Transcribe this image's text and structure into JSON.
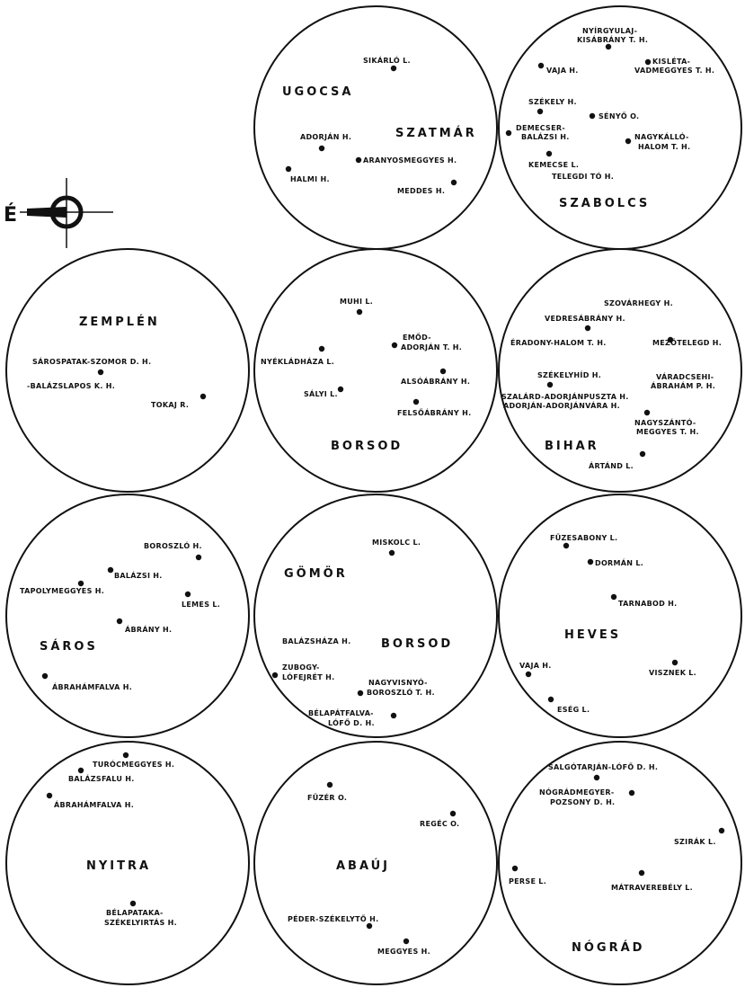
{
  "compass": {
    "letter": "É",
    "icon": "compass-north-icon"
  },
  "regions": [
    {
      "id": "szatmar-ugocsa",
      "counties": [
        "UGOCSA",
        "SZATMÁR"
      ],
      "places": [
        {
          "label": "SIKÁRLÓ L."
        },
        {
          "label": "ADORJÁN H."
        },
        {
          "label": "ARANYOSMEGGYES H."
        },
        {
          "label": "HALMI H."
        },
        {
          "label": "MEDDES H."
        }
      ]
    },
    {
      "id": "szabolcs",
      "counties": [
        "SZABOLCS"
      ],
      "places": [
        {
          "label": "NYÍRGYULAJ-KISÁBRÁNY T. H."
        },
        {
          "label": "VAJA H."
        },
        {
          "label": "KISLÉTA-VADMEGGYES T. H."
        },
        {
          "label": "SZÉKELY H."
        },
        {
          "label": "SÉNYŐ O."
        },
        {
          "label": "DEMECSER-BALÁZSI H."
        },
        {
          "label": "NAGYKÁLLÓ-HALOM T. H."
        },
        {
          "label": "KEMECSE L."
        },
        {
          "label": "TELEGDI TÓ H."
        }
      ]
    },
    {
      "id": "zemplen",
      "counties": [
        "ZEMPLÉN"
      ],
      "places": [
        {
          "label": "SÁROSPATAK-SZOMOR D. H."
        },
        {
          "label": "-BALÁZSLAPOS K. H."
        },
        {
          "label": "TOKAJ R."
        }
      ]
    },
    {
      "id": "borsod",
      "counties": [
        "BORSOD"
      ],
      "places": [
        {
          "label": "MUHI L."
        },
        {
          "label": "EMŐD-ADORJÁN T. H."
        },
        {
          "label": "NYÉKLÁDHÁZA L."
        },
        {
          "label": "ALSÓÁBRÁNY H."
        },
        {
          "label": "SÁLYI L."
        },
        {
          "label": "FELSŐÁBRÁNY H."
        }
      ]
    },
    {
      "id": "bihar",
      "counties": [
        "BIHAR"
      ],
      "places": [
        {
          "label": "SZOVÁRHEGY H."
        },
        {
          "label": "VEDRESÁBRÁNY H."
        },
        {
          "label": "ÉRADONY-HALOM T. H."
        },
        {
          "label": "MEZŐTELEGD H."
        },
        {
          "label": "SZÉKELYHÍD H."
        },
        {
          "label": "VÁRADCSEHI-ÁBRAHÁM P. H."
        },
        {
          "label": "SZALÁRD-ADORJÁNPUSZTA H."
        },
        {
          "label": "ADORJÁN-ADORJÁNVÁRA H."
        },
        {
          "label": "NAGYSZÁNTÓ-MEGGYES T. H."
        },
        {
          "label": "ÁRTÁND L."
        }
      ]
    },
    {
      "id": "saros",
      "counties": [
        "SÁROS"
      ],
      "places": [
        {
          "label": "BOROSZLÓ H."
        },
        {
          "label": "BALÁZSI H."
        },
        {
          "label": "TAPOLYMEGGYES H."
        },
        {
          "label": "LEMES L."
        },
        {
          "label": "ÁBRÁNY H."
        },
        {
          "label": "ÁBRAHÁMFALVA H."
        }
      ]
    },
    {
      "id": "gomor-borsod",
      "counties": [
        "GÖMÖR",
        "BORSOD"
      ],
      "places": [
        {
          "label": "MISKOLC L."
        },
        {
          "label": "BALÁZSHÁZA H."
        },
        {
          "label": "ZUBOGY-LÓFEJRÉT H."
        },
        {
          "label": "NAGYVISNYÓ-BOROSZLÓ T. H."
        },
        {
          "label": "BÉLAPÁTFALVA-LÓFŐ D. H."
        }
      ]
    },
    {
      "id": "heves",
      "counties": [
        "HEVES"
      ],
      "places": [
        {
          "label": "FÜZESABONY L."
        },
        {
          "label": "DORMÁN L."
        },
        {
          "label": "TARNABOD H."
        },
        {
          "label": "VAJA H."
        },
        {
          "label": "VISZNEK L."
        },
        {
          "label": "ESÉG L."
        }
      ]
    },
    {
      "id": "nyitra",
      "counties": [
        "NYITRA"
      ],
      "places": [
        {
          "label": "TURÓCMEGGYES H."
        },
        {
          "label": "BALÁZSFALU H."
        },
        {
          "label": "ÁBRAHÁMFALVA H."
        },
        {
          "label": "BÉLAPATAKA-SZÉKELYIRTÁS H."
        }
      ]
    },
    {
      "id": "abauj",
      "counties": [
        "ABAÚJ"
      ],
      "places": [
        {
          "label": "FÜZÉR O."
        },
        {
          "label": "REGÉC O."
        },
        {
          "label": "PÉDER-SZÉKELYTŐ H."
        },
        {
          "label": "MEGGYES H."
        }
      ]
    },
    {
      "id": "nograd",
      "counties": [
        "NÓGRÁD"
      ],
      "places": [
        {
          "label": "SALGÓTARJÁN-LÓFŐ D. H."
        },
        {
          "label": "NÓGRÁDMEGYER-POZSONY D. H."
        },
        {
          "label": "SZIRÁK L."
        },
        {
          "label": "PERSE L."
        },
        {
          "label": "MÁTRAVEREBÉLY L."
        }
      ]
    }
  ]
}
